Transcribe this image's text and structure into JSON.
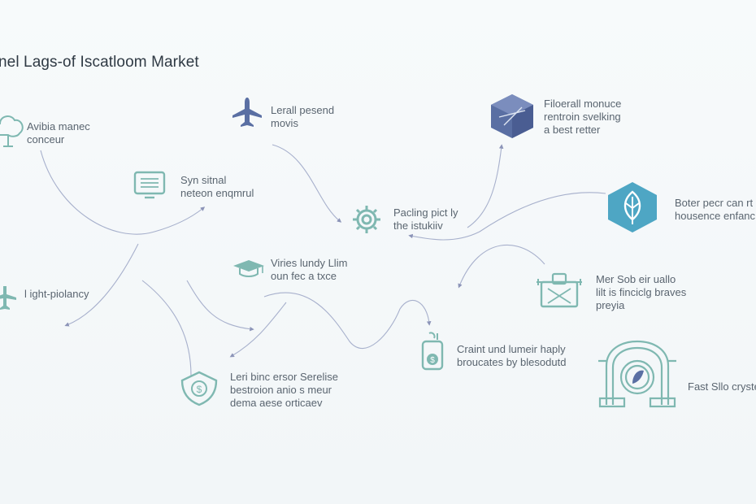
{
  "title": "nel Lags-of Iscatloom Market",
  "nodes": [
    {
      "id": "n1",
      "lines": [
        "Avibia manec",
        "conceur"
      ],
      "icon": "tree-icon"
    },
    {
      "id": "n2",
      "lines": [
        "Lerall pesend",
        "movis"
      ],
      "icon": "airplane-icon"
    },
    {
      "id": "n3",
      "lines": [
        "Filoerall monuce",
        "rentroin svelking",
        "a best retter"
      ],
      "icon": "cube-icon"
    },
    {
      "id": "n4",
      "lines": [
        "Syn sitnal",
        "neteon enqmrul"
      ],
      "icon": "monitor-icon"
    },
    {
      "id": "n5",
      "lines": [
        "Pacling pict ly",
        "the istukiiv"
      ],
      "icon": "gear-icon"
    },
    {
      "id": "n6",
      "lines": [
        "Boter pecr can rt",
        "housence enfanc"
      ],
      "icon": "leaf-hexagon-icon"
    },
    {
      "id": "n7",
      "lines": [
        "l ight-piolancy"
      ],
      "icon": "plane-small-icon"
    },
    {
      "id": "n8",
      "lines": [
        "Viries lundy Llim",
        "oun fec a txce"
      ],
      "icon": "graduation-cap-icon"
    },
    {
      "id": "n9",
      "lines": [
        "Mer Sob eir uallo",
        "lilt is finciclg braves",
        "preyia"
      ],
      "icon": "toolbox-icon"
    },
    {
      "id": "n10",
      "lines": [
        "Leri binc ersor Serelise",
        "bestroion anio s meur",
        "dema aese orticaev"
      ],
      "icon": "shield-dollar-icon"
    },
    {
      "id": "n11",
      "lines": [
        "Craint und lumeir haply",
        "broucates by blesodutd"
      ],
      "icon": "money-jar-icon"
    },
    {
      "id": "n12",
      "lines": [
        "Fast Sllo cryste"
      ],
      "icon": "arch-emblem-icon"
    }
  ],
  "colors": {
    "teal": "#7fb8b1",
    "blue": "#5a6fa3",
    "connector": "#9aa3c2",
    "text": "#5a6570"
  }
}
